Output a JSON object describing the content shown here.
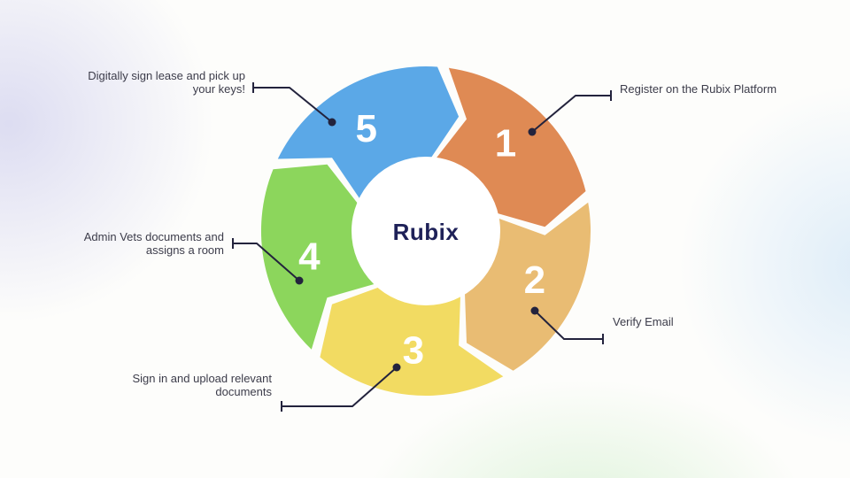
{
  "diagram": {
    "center_label": "Rubix",
    "flow": "clockwise",
    "segments": [
      {
        "number": "1",
        "color": "#DF8A54",
        "label": "Register on the Rubix Platform"
      },
      {
        "number": "2",
        "color": "#E9BC73",
        "label": "Verify Email"
      },
      {
        "number": "3",
        "color": "#F2DB62",
        "label": "Sign in and upload relevant documents"
      },
      {
        "number": "4",
        "color": "#8CD65C",
        "label": "Admin Vets documents and assigns a room"
      },
      {
        "number": "5",
        "color": "#5BA8E7",
        "label": "Digitally sign lease and pick up your keys!"
      }
    ]
  },
  "annotations": [
    {
      "step": "1",
      "lines": {
        "0": "Register on the Rubix Platform"
      }
    },
    {
      "step": "2",
      "lines": {
        "0": "Verify Email"
      }
    },
    {
      "step": "3",
      "lines": {
        "0": "Sign in and upload relevant",
        "1": "documents"
      }
    },
    {
      "step": "4",
      "lines": {
        "0": "Admin Vets documents and",
        "1": "assigns a room"
      }
    },
    {
      "step": "5",
      "lines": {
        "0": "Digitally sign lease and pick up",
        "1": "your keys!"
      }
    }
  ],
  "colors": {
    "leader_line": "#23233D",
    "annotation_text": "#3C3C4A",
    "number_text": "#FFFFFF",
    "center_text": "#1E2158",
    "center_circle": "#FFFFFF"
  }
}
